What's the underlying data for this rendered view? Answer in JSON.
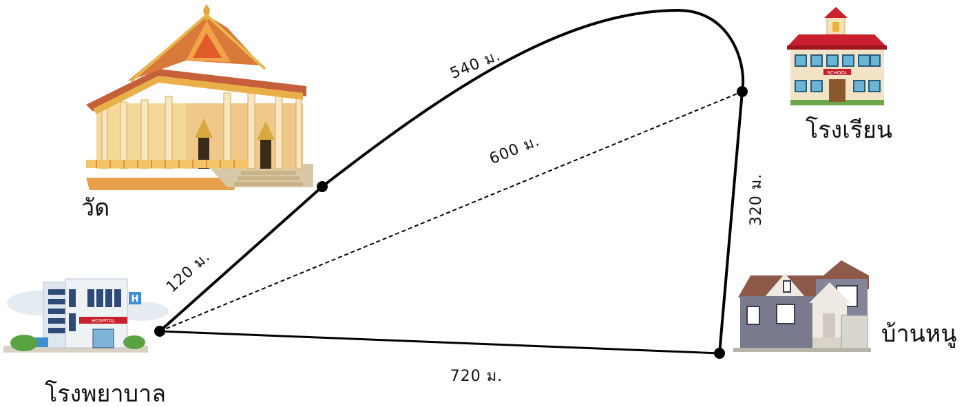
{
  "places": {
    "temple": "วัด",
    "school": "โรงเรียน",
    "hospital": "โรงพยาบาล",
    "house": "บ้านหนู"
  },
  "illustrations": {
    "school_sign": "SCHOOL",
    "hospital_sign": "HOSPITAL",
    "hospital_h": "H"
  },
  "distances": {
    "hospital_to_bend": "120 ม.",
    "bend_to_school": "540 ม.",
    "hospital_to_school_direct": "600 ม.",
    "school_to_house": "320 ม.",
    "hospital_to_house": "720 ม."
  },
  "colors": {
    "line": "#000000",
    "temple_roof": "#d9793a",
    "temple_wall": "#f5d999",
    "school_roof": "#c8202c",
    "house_wall": "#7a7a8e"
  }
}
